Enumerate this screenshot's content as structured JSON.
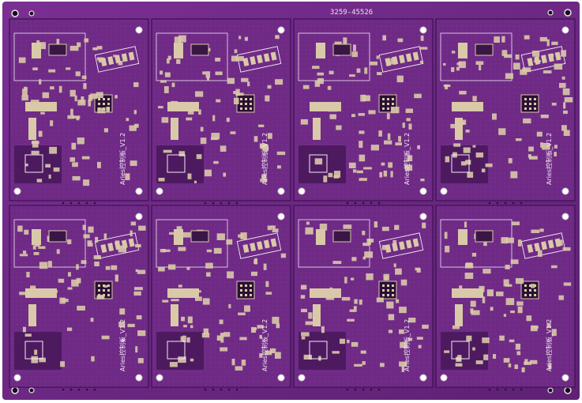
{
  "board": {
    "panel_id": "3259-45526",
    "module_label": "Aries控制板_V1.2",
    "board_color": "#6f2a86",
    "board_dark": "#4d1a60",
    "copper_pad_color": "#d9c9a8",
    "silkscreen_color": "#f3e9f3",
    "grid_columns": 4,
    "grid_rows": 2
  }
}
